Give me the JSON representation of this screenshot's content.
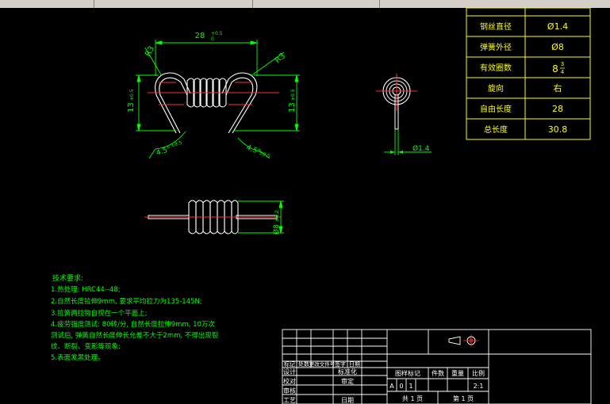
{
  "params": {
    "rows": [
      {
        "label": "钢丝直径",
        "value": "Ø1.4"
      },
      {
        "label": "弹簧外径",
        "value": "Ø8"
      },
      {
        "label": "有效圈数",
        "value": "8",
        "value_sup": "3",
        "value_sub": "4"
      },
      {
        "label": "旋向",
        "value": "右"
      },
      {
        "label": "自由长度",
        "value": "28"
      },
      {
        "label": "总长度",
        "value": "30.8"
      }
    ]
  },
  "dims": {
    "length": "28",
    "length_tol_upper": "+0.5",
    "length_tol_lower": "0",
    "radius_left": "R3",
    "radius_right": "R3",
    "height_left": "13",
    "height_left_tol": "±0.5",
    "height_right": "13",
    "height_right_tol": "±0.5",
    "angle_left": "4.5°",
    "angle_left_tol": "±0.5",
    "angle_right": "4.5°",
    "angle_right_tol": "±0.5",
    "wire_dia": "Ø1.4",
    "outer_dia": "Ø8",
    "outer_dia_tol": "±0.2"
  },
  "notes": {
    "title": "技术要求:",
    "items": [
      "1.热处理: HRC44--48;",
      "2.自然长度拉伸9mm, 要求平均拉力为135-145N;",
      "3.拉簧两拉钩自视在一个平面上;",
      "4.疲劳强度测试: 80转/分, 自然长度拉伸9mm, 10万次",
      "测试后, 弹簧自然长度伸长允差不大于2mm, 不得出现裂",
      "纹、断裂、变形等现象;",
      "5.表面发黑处理。"
    ]
  },
  "titleblock": {
    "rev_header": [
      "标记",
      "处数",
      "更改文件号",
      "签字",
      "日期"
    ],
    "left_labels": [
      "设计",
      "校对",
      "审核",
      "工艺"
    ],
    "mid_labels": [
      "标准化",
      "审定",
      "",
      "日期"
    ],
    "header_row": [
      "图样标记",
      "件数",
      "重量",
      "比例"
    ],
    "mark_cells": [
      "A",
      "0",
      "1"
    ],
    "scale": "2:1",
    "sheet_total": "共 1 页",
    "sheet_no": "第 1 页"
  },
  "colors": {
    "background": "#000000",
    "outline": "#ffffff",
    "dimension": "#00ff00",
    "centerline": "#ff0000",
    "text": "#ffff00",
    "spring": "#ffffff"
  }
}
